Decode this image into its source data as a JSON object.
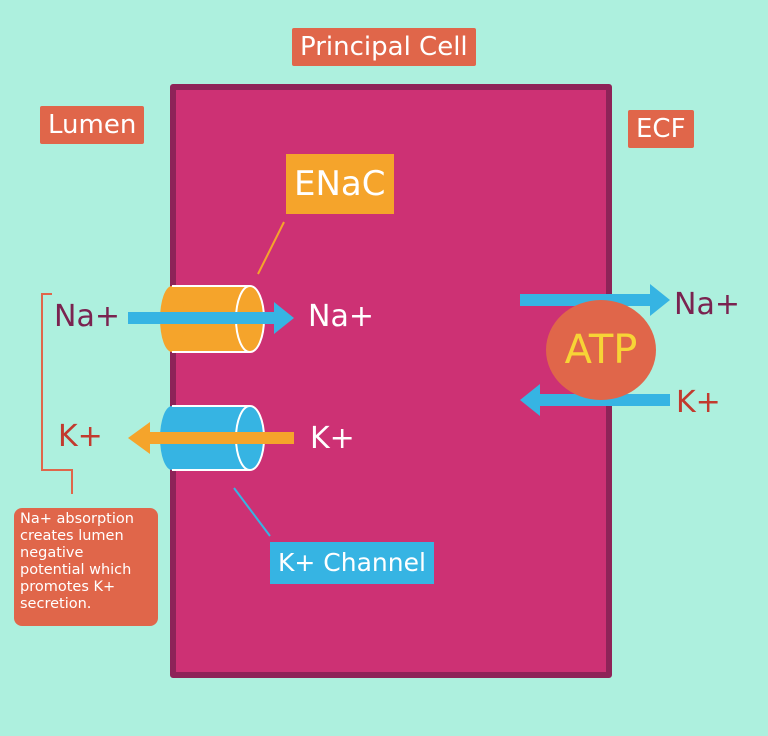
{
  "title": "Principal Cell",
  "regions": {
    "lumen": "Lumen",
    "ecf": "ECF"
  },
  "channels": {
    "enac": "ENaC",
    "k_channel": "K+ Channel"
  },
  "ions": {
    "na_lumen": "Na+",
    "k_lumen": "K+",
    "na_cell": "Na+",
    "k_cell": "K+",
    "na_ecf": "Na+",
    "k_ecf": "K+"
  },
  "pump": "ATP",
  "note": "Na+ absorption creates lumen negative potential which promotes K+ secretion.",
  "colors": {
    "background": "#adf0de",
    "cell": "#cd3174",
    "cell_border": "#8e2358",
    "label": "#e0664a",
    "enac": "#f5a42b",
    "k_channel": "#36b4e3",
    "atp_text": "#f7d436"
  }
}
